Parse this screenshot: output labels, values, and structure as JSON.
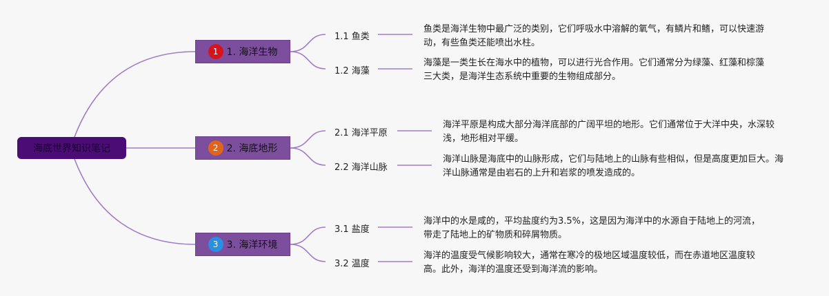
{
  "root": {
    "label": "海底世界知识笔记"
  },
  "branches": [
    {
      "number": "1",
      "title": "1. 海洋生物",
      "badge_color": "#d6141c",
      "items": [
        {
          "label": "1.1 鱼类",
          "text": "鱼类是海洋生物中最广泛的类别，它们呼吸水中溶解的氧气，有鳞片和鳍，可以快速游动，有些鱼类还能喷出水柱。"
        },
        {
          "label": "1.2 海藻",
          "text": "海藻是一类生长在海水中的植物，可以进行光合作用。它们通常分为绿藻、红藻和棕藻三大类，是海洋生态系统中重要的生物组成部分。"
        }
      ]
    },
    {
      "number": "2",
      "title": "2. 海底地形",
      "badge_color": "#e0651a",
      "items": [
        {
          "label": "2.1 海洋平原",
          "text": "海洋平原是构成大部分海洋底部的广阔平坦的地形。它们通常位于大洋中央，水深较浅，地形相对平缓。"
        },
        {
          "label": "2.2 海洋山脉",
          "text": "海洋山脉是海底中的山脉形成，它们与陆地上的山脉有些相似，但是高度更加巨大。海洋山脉通常是由岩石的上升和岩浆的喷发造成的。"
        }
      ]
    },
    {
      "number": "3",
      "title": "3. 海洋环境",
      "badge_color": "#2b8fe0",
      "items": [
        {
          "label": "3.1 盐度",
          "text": "海洋中的水是咸的，平均盐度约为3.5%，这是因为海洋中的水源自于陆地上的河流，带走了陆地上的矿物质和碎屑物质。"
        },
        {
          "label": "3.2 温度",
          "text": "海洋的温度受气候影响较大，通常在寒冷的极地区域温度较低，而在赤道地区温度较高。此外，海洋的温度还受到海洋流的影响。"
        }
      ]
    }
  ],
  "colors": {
    "connector": "#a07cc6",
    "root_fill": "#4b0c75",
    "branch_fill": "#7e4e9e",
    "background": "#f7f7f7"
  }
}
